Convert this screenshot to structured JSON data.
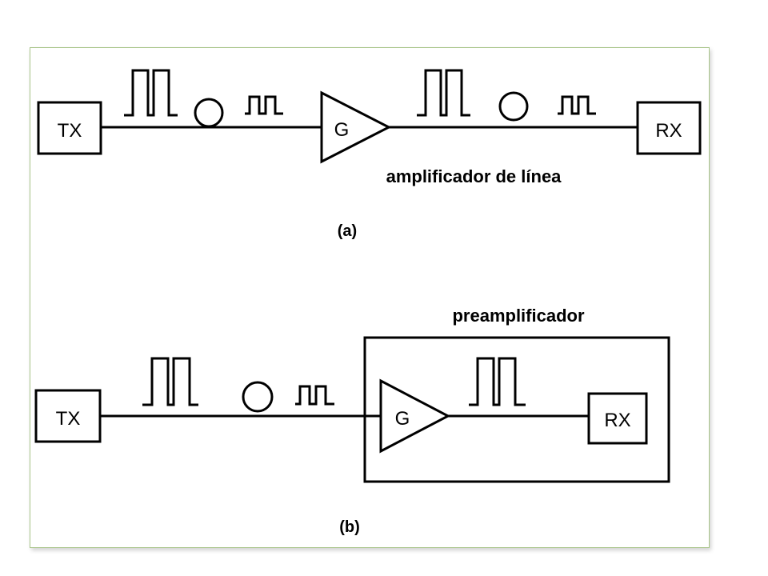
{
  "diagram_a": {
    "tx_label": "TX",
    "gain_label": "G",
    "rx_label": "RX",
    "amp_caption": "amplificador de línea",
    "figure_tag": "(a)"
  },
  "diagram_b": {
    "tx_label": "TX",
    "gain_label": "G",
    "rx_label": "RX",
    "amp_caption": "preamplificador",
    "figure_tag": "(b)"
  },
  "colors": {
    "line": "#000000",
    "frame_border": "#a9c58a",
    "background": "#ffffff"
  }
}
